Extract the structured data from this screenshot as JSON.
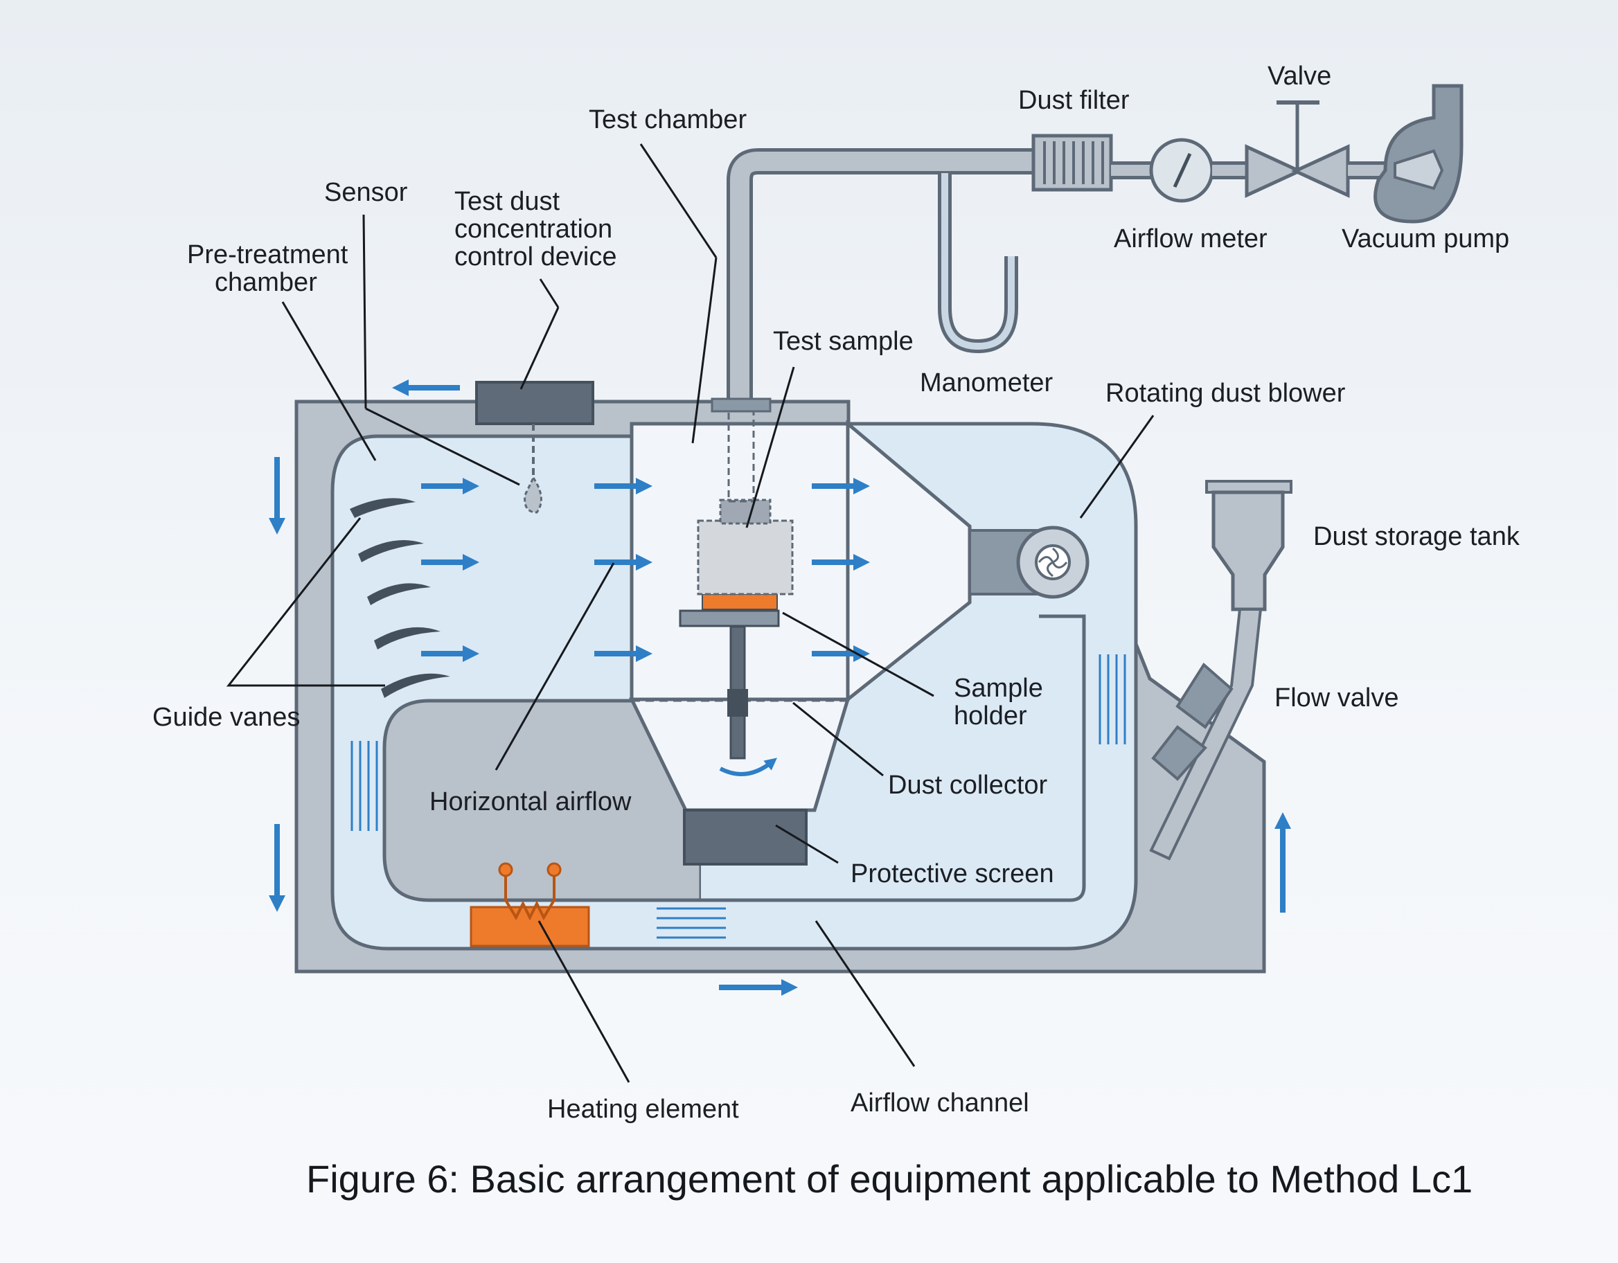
{
  "figure": {
    "caption": "Figure 6: Basic arrangement of equipment applicable to Method Lc1"
  },
  "colors": {
    "housing": "#b9c1cb",
    "housing_edge": "#5d6977",
    "air": "#dbe9f5",
    "chamber": "#f2f6fa",
    "flow_arrow": "#2e7fc6",
    "heater": "#ee7a2c",
    "pipe": "#8b98a6"
  },
  "labels": {
    "test_chamber": "Test chamber",
    "dust_filter": "Dust filter",
    "valve": "Valve",
    "sensor": "Sensor",
    "test_dust_control_line1": "Test dust",
    "test_dust_control_line2": "concentration",
    "test_dust_control_line3": "control device",
    "pretreatment_line1": "Pre-treatment",
    "pretreatment_line2": "chamber",
    "airflow_meter": "Airflow meter",
    "vacuum_pump": "Vacuum pump",
    "test_sample": "Test sample",
    "manometer": "Manometer",
    "rotating_dust_blower": "Rotating dust blower",
    "dust_storage_tank": "Dust storage tank",
    "sample_holder_line1": "Sample",
    "sample_holder_line2": "holder",
    "flow_valve": "Flow valve",
    "guide_vanes": "Guide vanes",
    "dust_collector": "Dust collector",
    "horizontal_airflow": "Horizontal airflow",
    "protective_screen": "Protective screen",
    "heating_element": "Heating element",
    "airflow_channel": "Airflow channel"
  }
}
